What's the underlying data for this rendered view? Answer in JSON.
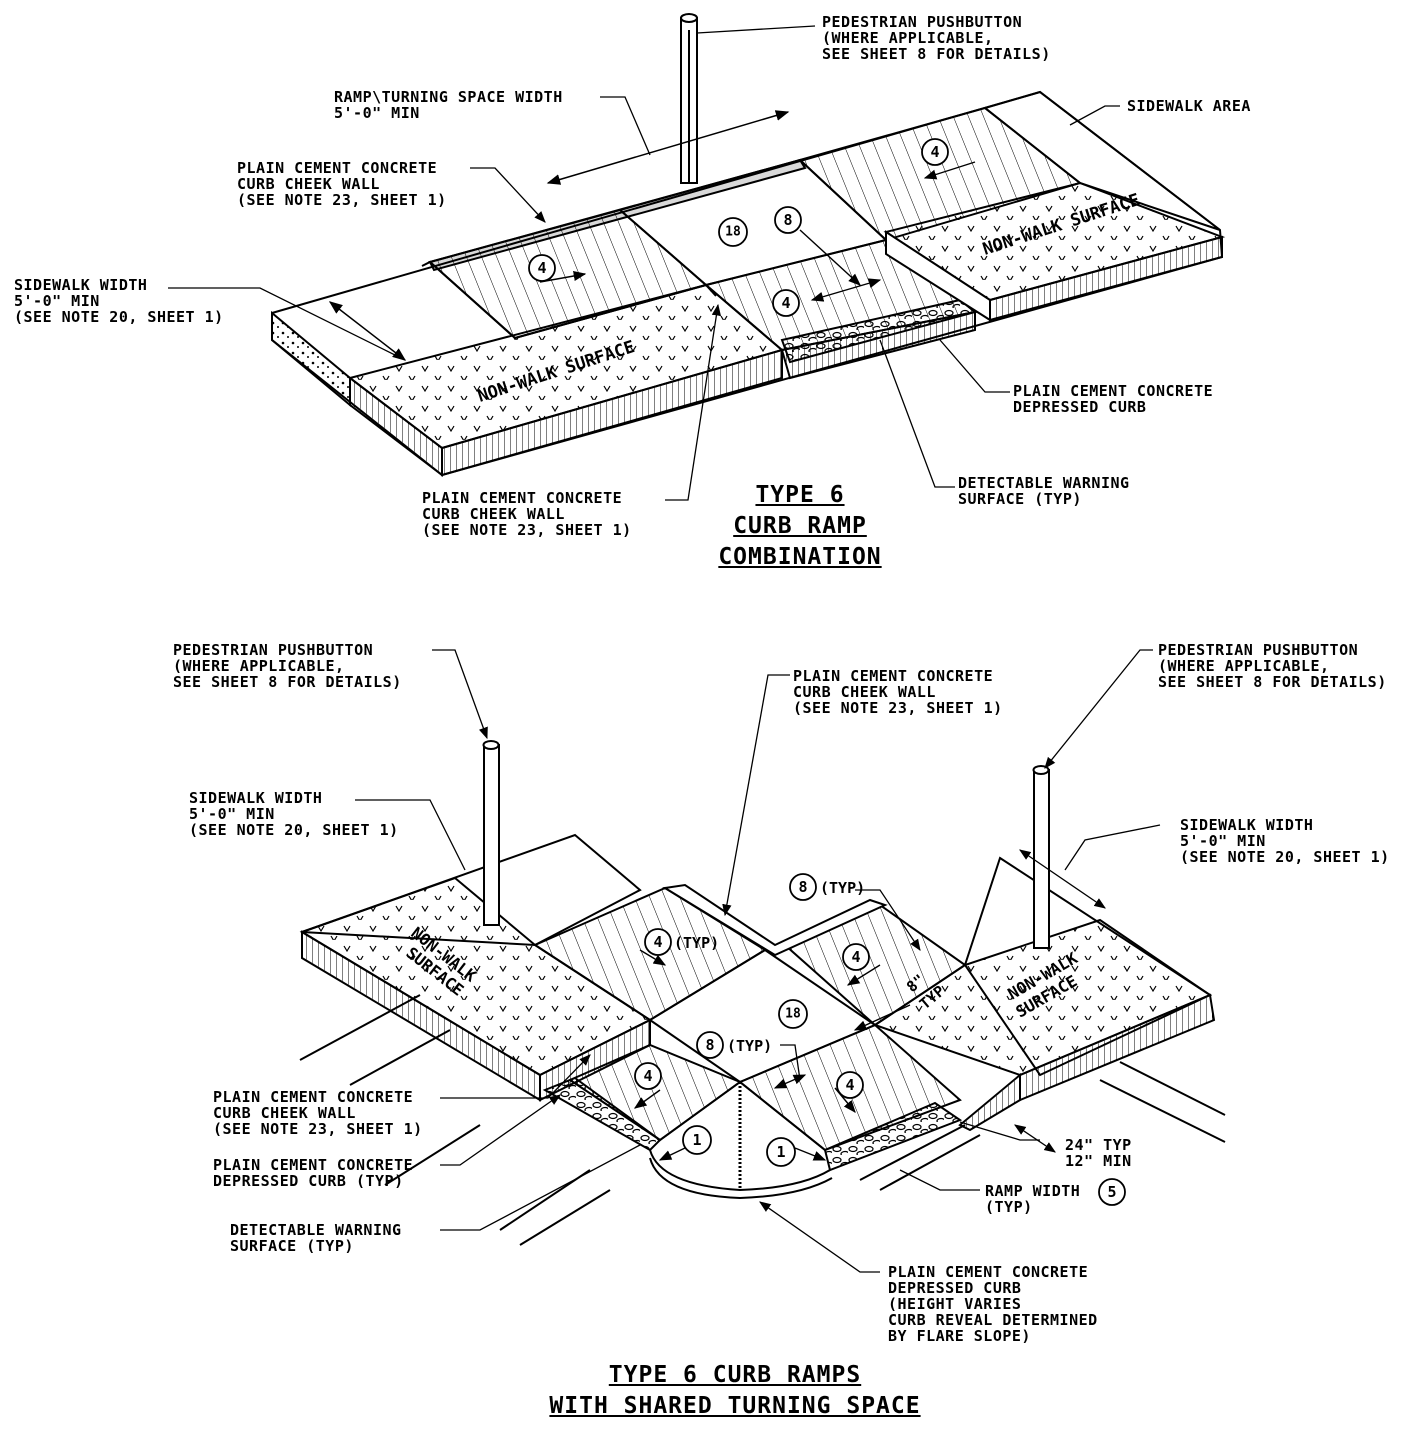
{
  "top": {
    "title_lines": [
      "TYPE 6",
      "CURB RAMP",
      "COMBINATION"
    ],
    "pushbutton": [
      "PEDESTRIAN PUSHBUTTON",
      "(WHERE APPLICABLE,",
      "SEE SHEET 8 FOR DETAILS)"
    ],
    "ramp_turning_width": [
      "RAMP\\TURNING SPACE WIDTH",
      "5'-0\" MIN"
    ],
    "sidewalk_area": "SIDEWALK AREA",
    "cheek_wall_upper": [
      "PLAIN CEMENT CONCRETE",
      "CURB CHEEK WALL",
      "(SEE NOTE 23, SHEET 1)"
    ],
    "sidewalk_width": [
      "SIDEWALK WIDTH",
      "5'-0\" MIN",
      "(SEE NOTE 20, SHEET 1)"
    ],
    "depressed_curb": [
      "PLAIN CEMENT CONCRETE",
      "DEPRESSED CURB"
    ],
    "detectable_warning": [
      "DETECTABLE WARNING",
      "SURFACE (TYP)"
    ],
    "cheek_wall_lower": [
      "PLAIN CEMENT CONCRETE",
      "CURB CHEEK WALL",
      "(SEE NOTE 23, SHEET 1)"
    ],
    "non_walk": "NON-WALK SURFACE",
    "callouts": [
      "4",
      "4",
      "4",
      "8",
      "18"
    ]
  },
  "bottom": {
    "title_lines": [
      "TYPE 6 CURB RAMPS",
      "WITH SHARED TURNING SPACE"
    ],
    "pushbutton_left": [
      "PEDESTRIAN PUSHBUTTON",
      "(WHERE APPLICABLE,",
      "SEE SHEET 8 FOR DETAILS)"
    ],
    "pushbutton_right": [
      "PEDESTRIAN PUSHBUTTON",
      "(WHERE APPLICABLE,",
      "SEE SHEET 8 FOR DETAILS)"
    ],
    "cheek_wall_top": [
      "PLAIN CEMENT CONCRETE",
      "CURB CHEEK WALL",
      "(SEE NOTE 23, SHEET 1)"
    ],
    "sidewalk_width_left": [
      "SIDEWALK WIDTH",
      "5'-0\" MIN",
      "(SEE NOTE 20, SHEET 1)"
    ],
    "sidewalk_width_right": [
      "SIDEWALK WIDTH",
      "5'-0\" MIN",
      "(SEE NOTE 20, SHEET 1)"
    ],
    "cheek_wall_left": [
      "PLAIN CEMENT CONCRETE",
      "CURB CHEEK WALL",
      "(SEE NOTE 23, SHEET 1)"
    ],
    "depressed_curb_typ": [
      "PLAIN CEMENT CONCRETE",
      "DEPRESSED CURB (TYP)"
    ],
    "detectable_warning": [
      "DETECTABLE WARNING",
      "SURFACE (TYP)"
    ],
    "depressed_curb_height": [
      "PLAIN CEMENT CONCRETE",
      "DEPRESSED CURB",
      "(HEIGHT VARIES",
      "CURB REVEAL DETERMINED",
      "BY FLARE SLOPE)"
    ],
    "typ24": [
      "24\" TYP",
      "12\" MIN"
    ],
    "ramp_width": [
      "RAMP WIDTH",
      "(TYP)"
    ],
    "ramp_width_callout": "5",
    "typ_suffix": "(TYP)",
    "eight_typ": [
      "8\"",
      "TYP"
    ],
    "non_walk_left": [
      "NON-WALK",
      "SURFACE"
    ],
    "non_walk_right": [
      "NON-WALK",
      "SURFACE"
    ],
    "callouts": [
      "4",
      "4",
      "4",
      "4",
      "8",
      "8",
      "18",
      "1",
      "1"
    ]
  }
}
